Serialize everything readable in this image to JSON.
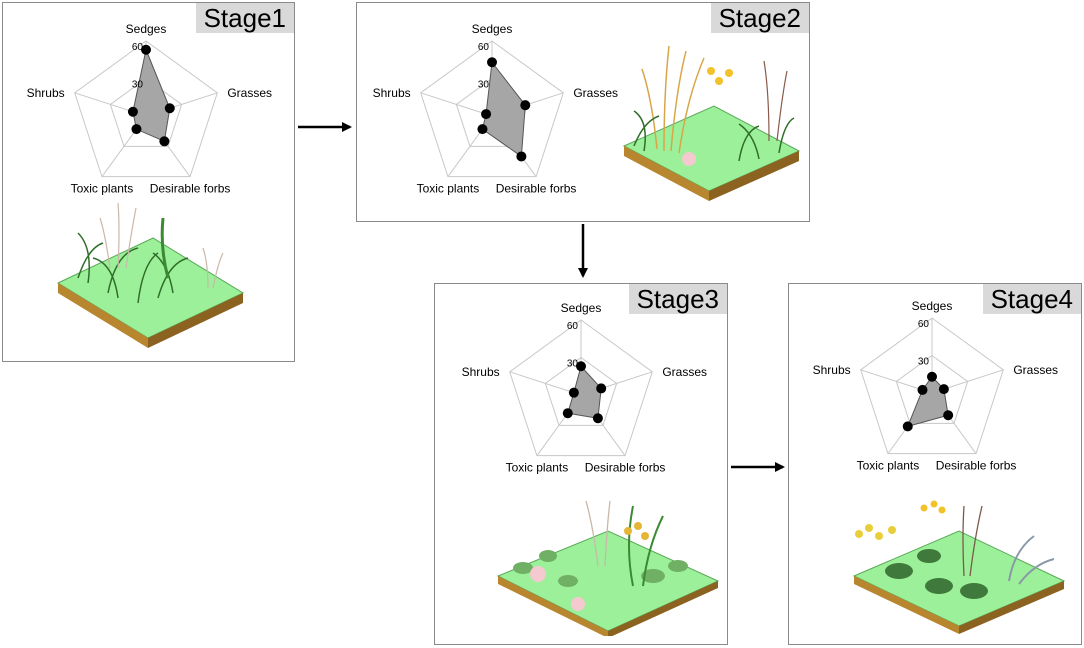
{
  "categories": [
    "Sedges",
    "Grasses",
    "Desirable forbs",
    "Toxic plants",
    "Shrubs"
  ],
  "radar_max": 60,
  "ticks": [
    {
      "value": 30,
      "label": "30"
    },
    {
      "value": 60,
      "label": "60"
    }
  ],
  "colors": {
    "fill": "#a6a6a6",
    "grid": "#c8c8c8",
    "point": "#000000",
    "soil": "#b8862f",
    "turf": "#9df09a"
  },
  "stages": [
    {
      "label": "Stage1",
      "values": [
        53,
        20,
        25,
        13,
        11
      ]
    },
    {
      "label": "Stage2",
      "values": [
        43,
        28,
        40,
        13,
        5
      ]
    },
    {
      "label": "Stage3",
      "values": [
        23,
        17,
        23,
        18,
        6
      ]
    },
    {
      "label": "Stage4",
      "values": [
        13,
        10,
        22,
        33,
        8
      ]
    }
  ]
}
